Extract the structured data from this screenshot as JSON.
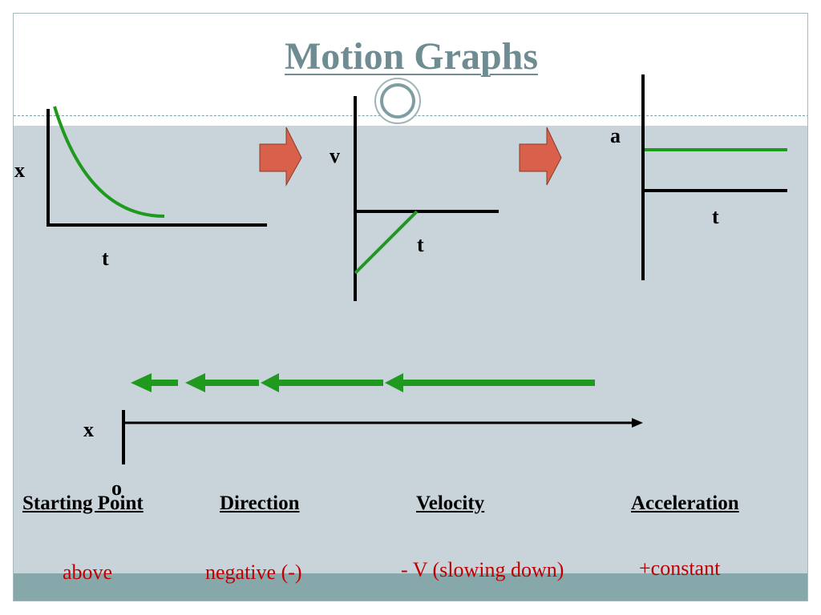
{
  "title": "Motion Graphs",
  "graph1": {
    "y_label": "x",
    "x_label": "t"
  },
  "graph2": {
    "y_label": "v",
    "x_label": "t"
  },
  "graph3": {
    "y_label": "a",
    "x_label": "t"
  },
  "number_line": {
    "axis_label": "x",
    "origin_label": "o"
  },
  "columns": [
    {
      "heading": "Starting Point",
      "value": "above"
    },
    {
      "heading": "Direction",
      "value": "negative (-)"
    },
    {
      "heading": "Velocity",
      "value": "- V (slowing down)"
    },
    {
      "heading": "Acceleration",
      "value": "+constant"
    }
  ],
  "colors": {
    "title": "#6e8c91",
    "curve": "#1f9a1f",
    "axis": "#000000",
    "arrow_fill": "#d9604a",
    "value_text": "#c00000",
    "body_bg": "#c8d3da",
    "band": "#87a8ab"
  }
}
